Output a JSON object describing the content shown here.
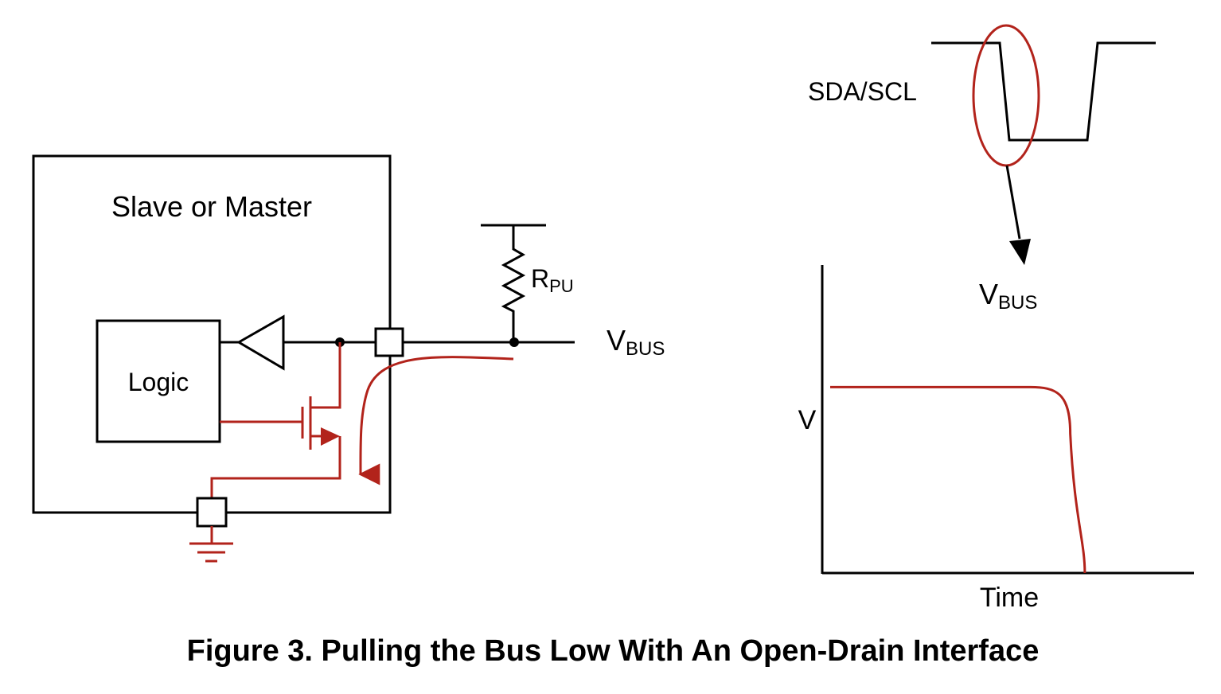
{
  "figure": {
    "caption": "Figure 3. Pulling the Bus Low With An Open-Drain Interface",
    "colors": {
      "line": "#000000",
      "highlight": "#b2231b",
      "background": "#ffffff"
    }
  },
  "circuit": {
    "device_label": "Slave or Master",
    "logic_label": "Logic",
    "resistor_label_main": "R",
    "resistor_label_sub": "PU",
    "bus_label_main": "V",
    "bus_label_sub": "BUS",
    "components": [
      "logic-block",
      "input-buffer",
      "nmos-transistor",
      "io-pin",
      "ground-pin",
      "ground-symbol",
      "pull-up-resistor",
      "supply-rail"
    ]
  },
  "waveform": {
    "signal_label": "SDA/SCL",
    "highlight": "falling-edge",
    "zoom_target_main": "V",
    "zoom_target_sub": "BUS"
  },
  "chart_data": {
    "type": "line",
    "title_main": "V",
    "title_sub": "BUS",
    "xlabel": "Time",
    "ylabel": "V",
    "grid": false,
    "series": [
      {
        "name": "VBUS",
        "x": [
          0,
          0.55,
          0.62,
          0.66,
          0.68,
          0.7
        ],
        "y": [
          1,
          1,
          0.97,
          0.75,
          0.3,
          0
        ]
      }
    ],
    "xlim": [
      0,
      1
    ],
    "ylim": [
      0,
      1.2
    ]
  }
}
